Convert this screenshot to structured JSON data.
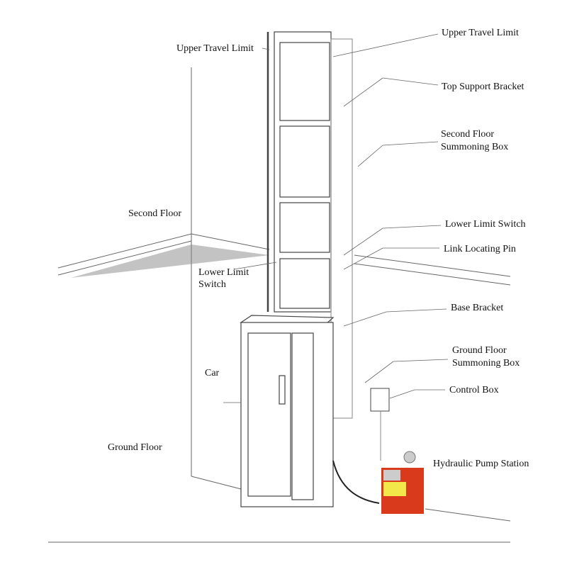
{
  "labels": {
    "upper_travel_limit_left": "Upper Travel Limit",
    "upper_travel_limit_right": "Upper Travel Limit",
    "top_support_bracket": "Top Support Bracket",
    "second_floor_summoning_box": [
      "Second Floor",
      "Summoning Box"
    ],
    "second_floor": "Second Floor",
    "lower_limit_switch_right": "Lower Limit Switch",
    "link_locating_pin": "Link Locating Pin",
    "lower_limit_switch_left": [
      "Lower Limit",
      "Switch"
    ],
    "base_bracket": "Base Bracket",
    "car": "Car",
    "ground_floor_summoning_box": [
      "Ground Floor",
      "Summoning Box"
    ],
    "control_box": "Control Box",
    "ground_floor": "Ground Floor",
    "hydraulic_pump_station": "Hydraulic Pump Station"
  },
  "colors": {
    "pump_red": "#d93a1c",
    "pump_yellow": "#f3e84a",
    "line": "#555555"
  }
}
